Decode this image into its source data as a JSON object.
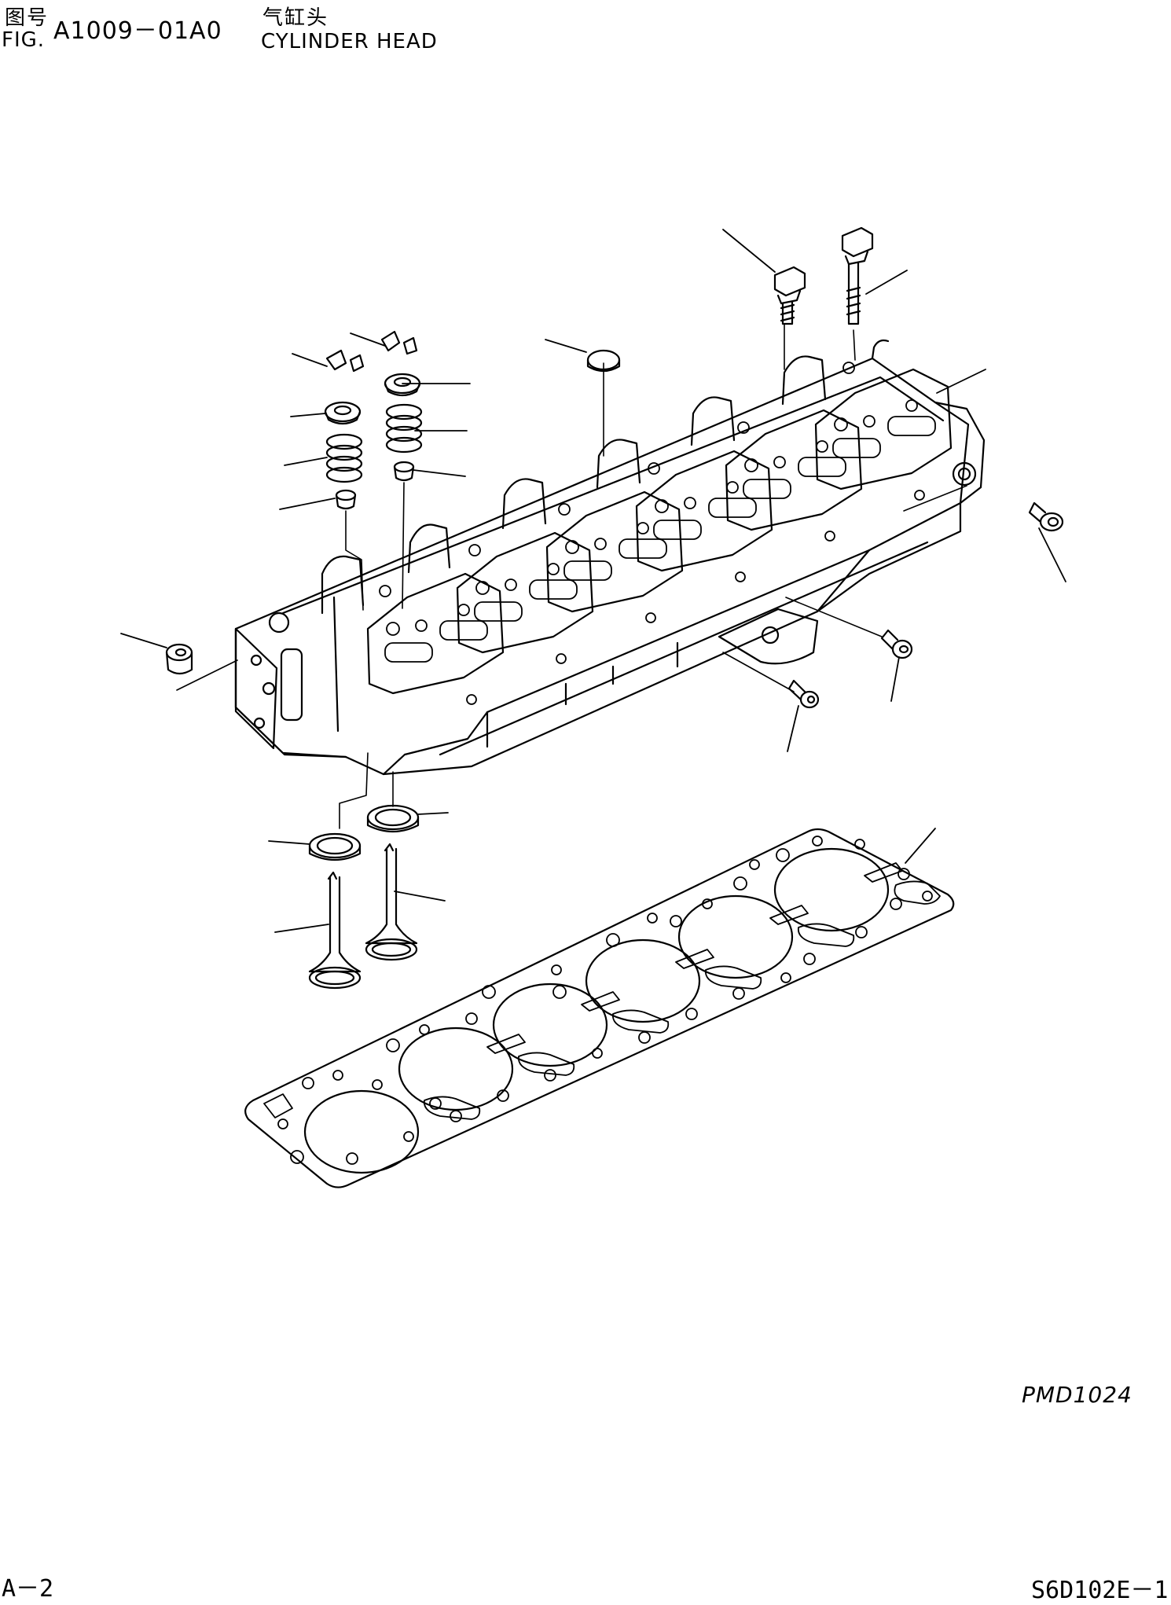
{
  "header": {
    "fig_label_cn": "图号",
    "fig_label_en": "FIG.",
    "fig_number": "A1009－01A0",
    "title_cn": "气缸头",
    "title_en": "CYLINDER HEAD"
  },
  "drawing_code": "PMD1024",
  "footer": {
    "page": "A－2",
    "model": "S6D102E－1"
  }
}
